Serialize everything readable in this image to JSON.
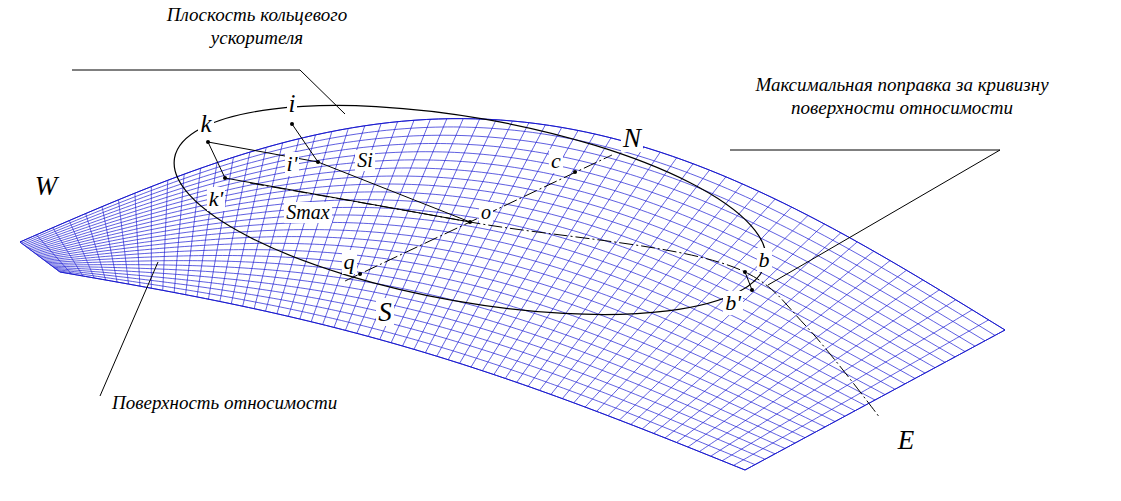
{
  "diagram": {
    "labels": [
      "Плоскость кольцевого ускорителя",
      "Максимальная поправка за кривизну поверхности относимости",
      "k",
      "i",
      "i'",
      "N",
      "c",
      "Si",
      "W",
      "k'",
      "Smax",
      "o",
      "q",
      "S",
      "b",
      "b'",
      "E",
      "Поверхность относимости"
    ]
  }
}
